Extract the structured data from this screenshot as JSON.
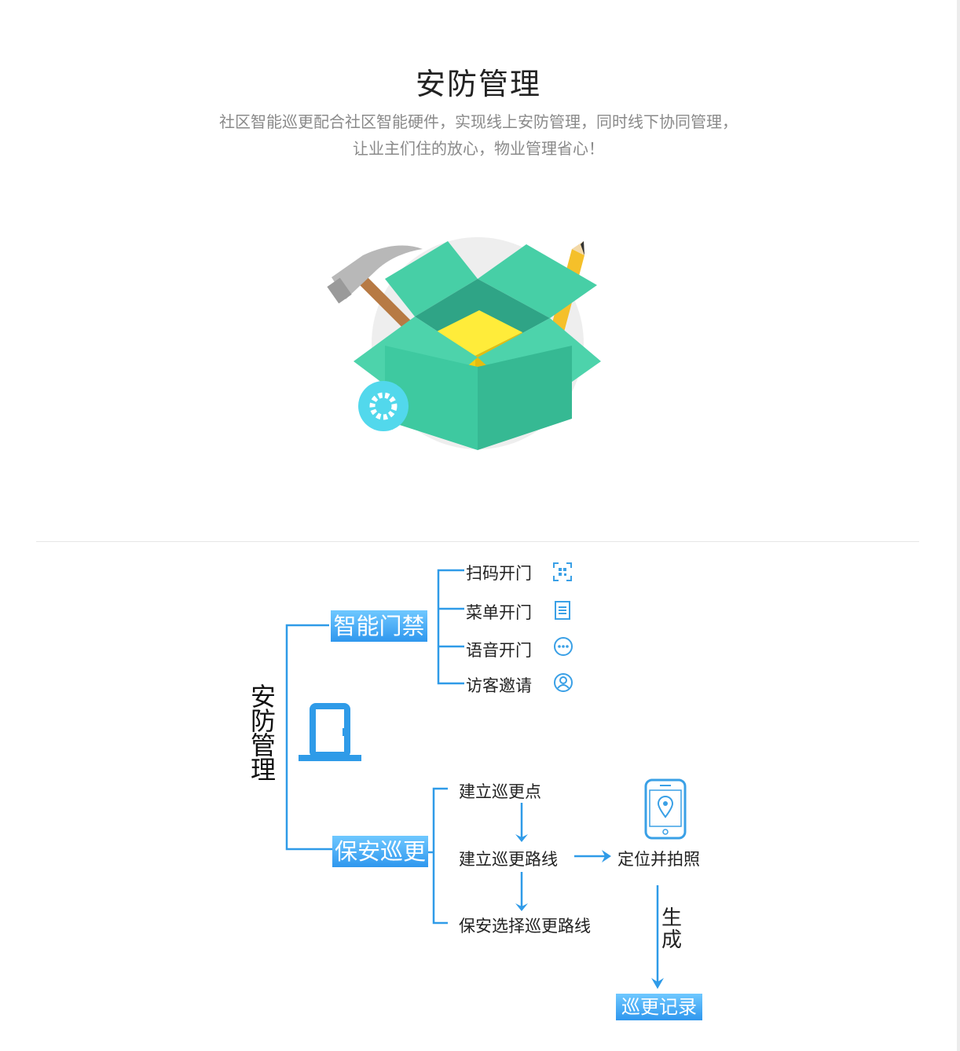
{
  "header": {
    "title": "安防管理",
    "subtitle_line1": "社区智能巡更配合社区智能硬件，实现线上安防管理，同时线下协同管理，",
    "subtitle_line2": "让业主们住的放心，物业管理省心！"
  },
  "diagram": {
    "root_label": "安防管理",
    "branch_access": {
      "label": "智能门禁",
      "items": [
        {
          "label": "扫码开门",
          "icon": "qr-code-icon"
        },
        {
          "label": "菜单开门",
          "icon": "document-icon"
        },
        {
          "label": "语音开门",
          "icon": "chat-bubble-icon"
        },
        {
          "label": "访客邀请",
          "icon": "user-icon"
        }
      ]
    },
    "branch_patrol": {
      "label": "保安巡更",
      "steps": [
        "建立巡更点",
        "建立巡更路线",
        "保安选择巡更路线"
      ],
      "locate_label": "定位并拍照",
      "generate_label": "生成",
      "record_label": "巡更记录"
    }
  },
  "colors": {
    "accent_blue": "#2f9be8",
    "box_green": "#3ec9a0",
    "badge_light": "#6fc8ff"
  }
}
